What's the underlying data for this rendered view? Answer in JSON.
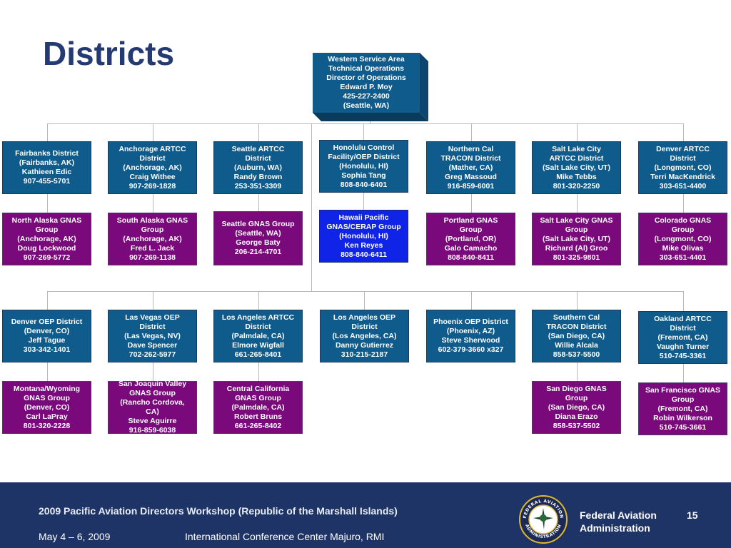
{
  "title": "Districts",
  "header": {
    "lines": [
      "Western Service Area",
      "Technical Operations",
      "Director of Operations",
      "Edward P. Moy",
      "425-227-2400",
      "(Seattle, WA)"
    ]
  },
  "row1": [
    {
      "lines": [
        "Fairbanks District",
        "(Fairbanks, AK)",
        "Kathieen Edic",
        "907-455-5701"
      ]
    },
    {
      "lines": [
        "Anchorage ARTCC",
        "District",
        "(Anchorage, AK)",
        "Craig Withee",
        "907-269-1828"
      ]
    },
    {
      "lines": [
        "Seattle ARTCC",
        "District",
        "(Auburn, WA)",
        "Randy Brown",
        "253-351-3309"
      ]
    },
    {
      "lines": [
        "Honolulu Control",
        "Facility/OEP District",
        "(Honolulu, HI)",
        "Sophia Tang",
        "808-840-6401"
      ]
    },
    {
      "lines": [
        "Northern Cal",
        "TRACON District",
        "(Mather, CA)",
        "Greg Massoud",
        "916-859-6001"
      ]
    },
    {
      "lines": [
        "Salt Lake City",
        "ARTCC District",
        "(Salt Lake City, UT)",
        "Mike Tebbs",
        "801-320-2250"
      ]
    },
    {
      "lines": [
        "Denver ARTCC",
        "District",
        "(Longmont, CO)",
        "Terri MacKendrick",
        "303-651-4400"
      ]
    }
  ],
  "row2": [
    {
      "lines": [
        "North Alaska GNAS",
        "Group",
        "(Anchorage, AK)",
        "Doug Lockwood",
        "907-269-5772"
      ]
    },
    {
      "lines": [
        "South Alaska GNAS",
        "Group",
        "(Anchorage, AK)",
        "Fred L. Jack",
        "907-269-1138"
      ]
    },
    {
      "lines": [
        "Seattle GNAS Group",
        "(Seattle, WA)",
        "George Baty",
        "206-214-4701"
      ]
    },
    {
      "lines": [
        "Hawaii Pacific",
        "GNAS/CERAP Group",
        "(Honolulu, HI)",
        "Ken Reyes",
        "808-840-6411"
      ]
    },
    {
      "lines": [
        "Portland GNAS",
        "Group",
        "(Portland, OR)",
        "Galo Camacho",
        "808-840-8411"
      ]
    },
    {
      "lines": [
        "Salt Lake City GNAS",
        "Group",
        "(Salt Lake City, UT)",
        "Richard (Al) Groo",
        "801-325-9801"
      ]
    },
    {
      "lines": [
        "Colorado GNAS",
        "Group",
        "(Longmont, CO)",
        "Mike Olivas",
        "303-651-4401"
      ]
    }
  ],
  "row3": [
    {
      "lines": [
        "Denver OEP District",
        "(Denver, CO)",
        "Jeff Tague",
        "303-342-1401"
      ]
    },
    {
      "lines": [
        "Las Vegas OEP",
        "District",
        "(Las Vegas, NV)",
        "Dave Spencer",
        "702-262-5977"
      ]
    },
    {
      "lines": [
        "Los Angeles ARTCC",
        "District",
        "(Palmdale, CA)",
        "Elmore Wigfall",
        "661-265-8401"
      ]
    },
    {
      "lines": [
        "Los Angeles OEP",
        "District",
        "(Los Angeles, CA)",
        "Danny Gutierrez",
        "310-215-2187"
      ]
    },
    {
      "lines": [
        "Phoenix OEP District",
        "(Phoenix, AZ)",
        "Steve Sherwood",
        "602-379-3660 x327"
      ]
    },
    {
      "lines": [
        "Southern Cal",
        "TRACON District",
        "(San Diego, CA)",
        "Willie Alcala",
        "858-537-5500"
      ]
    },
    {
      "lines": [
        "Oakland ARTCC",
        "District",
        "(Fremont, CA)",
        "Vaughn Turner",
        "510-745-3361"
      ]
    }
  ],
  "row4": [
    {
      "lines": [
        "Montana/Wyoming",
        "GNAS Group",
        "(Denver, CO)",
        "Carl LaPray",
        "801-320-2228"
      ]
    },
    {
      "lines": [
        "San Joaquin Valley",
        "GNAS Group",
        "(Rancho Cordova,",
        "CA)",
        "Steve Aguirre",
        "916-859-6038"
      ]
    },
    {
      "lines": [
        "Central California",
        "GNAS Group",
        "(Palmdale, CA)",
        "Robert Bruns",
        "661-265-8402"
      ]
    },
    {
      "lines": [
        "San Diego GNAS",
        "Group",
        "(San Diego, CA)",
        "Diana Erazo",
        "858-537-5502"
      ]
    },
    {
      "lines": [
        "San Francisco GNAS",
        "Group",
        "(Fremont, CA)",
        "Robin Wilkerson",
        "510-745-3661"
      ]
    }
  ],
  "colors": {
    "district": "#0f5c8c",
    "gnas": "#7a0a7c",
    "hawaii": "#0f24e6",
    "footer": "#1f3466",
    "title": "#243a73"
  },
  "seal": {
    "icon": "faa-seal-icon",
    "text_top": "FEDERAL AVIATION",
    "text_bottom": "ADMINISTRATION"
  },
  "footer": {
    "workshop": "2009 Pacific Aviation Directors Workshop (Republic of the Marshall Islands)",
    "dates": "May 4 – 6, 2009",
    "venue": "International Conference Center Majuro, RMI",
    "agency_line1": "Federal Aviation",
    "agency_line2": "Administration",
    "page": "15"
  }
}
